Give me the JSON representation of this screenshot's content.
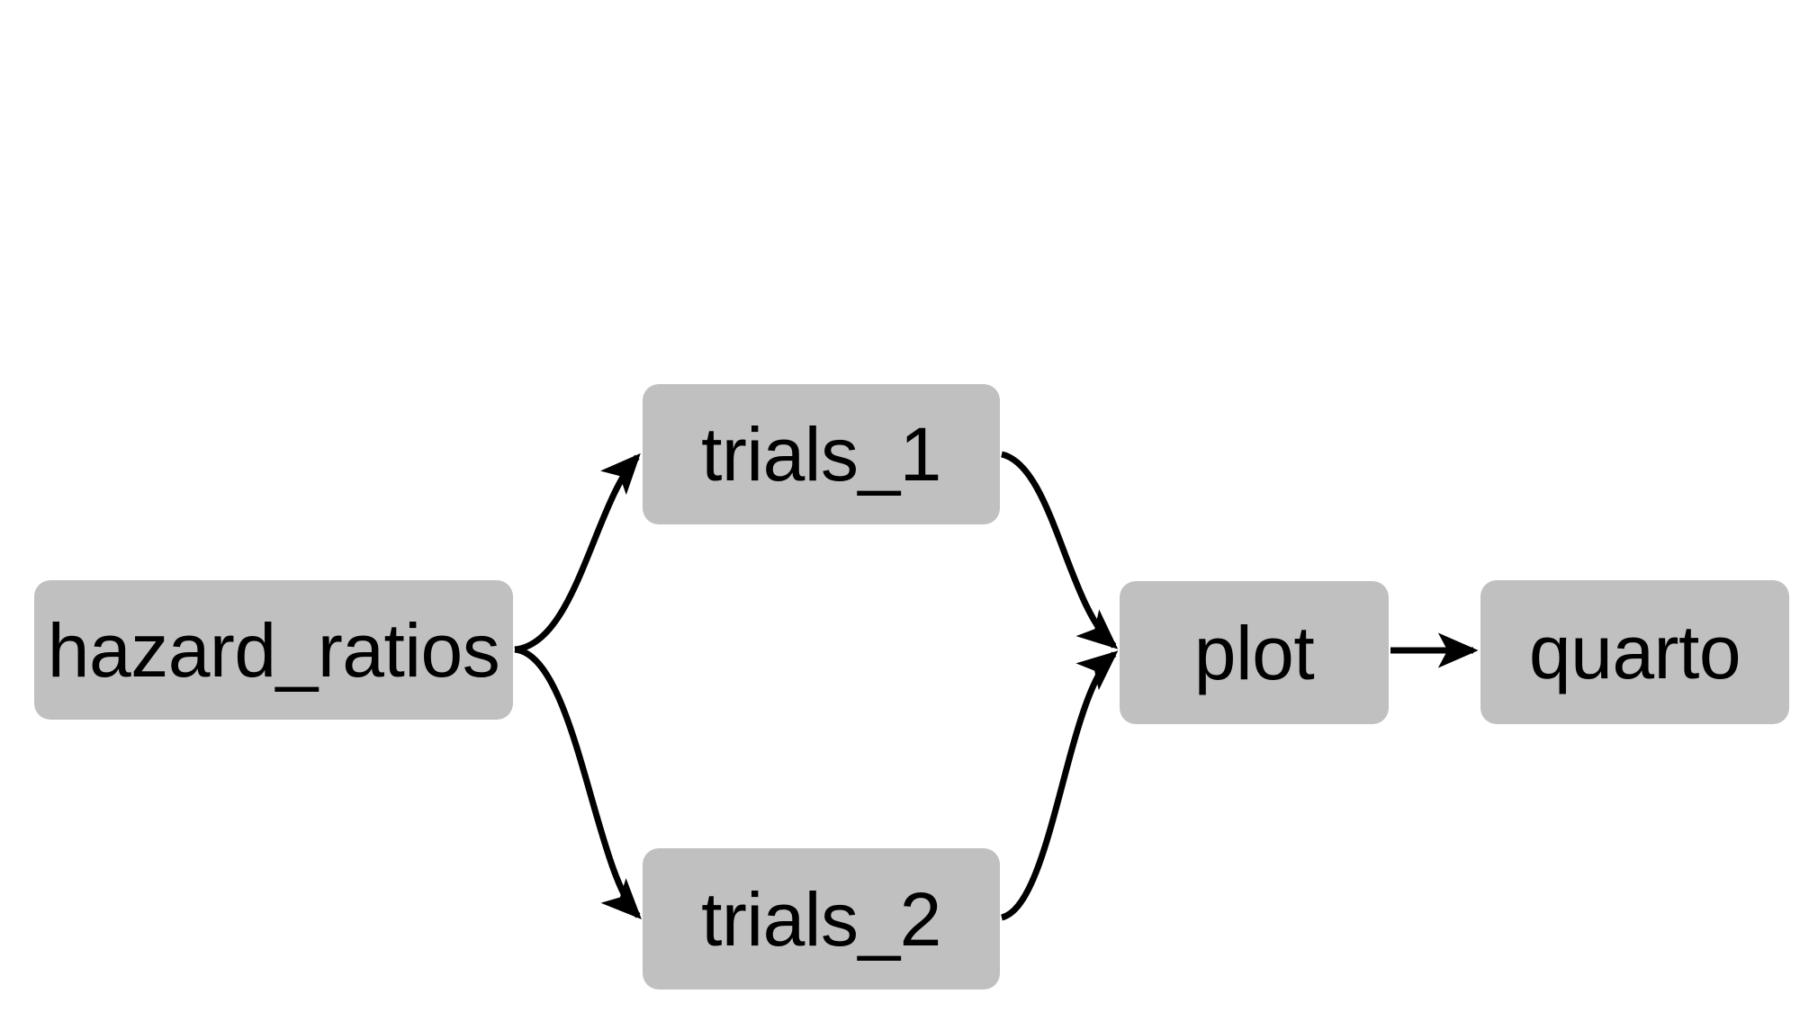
{
  "diagram": {
    "type": "flowchart",
    "orientation": "left-to-right",
    "background_color": "#ffffff",
    "node_fill_color": "#c0c0c0",
    "node_text_color": "#000000",
    "edge_color": "#000000",
    "nodes": [
      {
        "id": "hazard_ratios",
        "label": "hazard_ratios"
      },
      {
        "id": "trials_1",
        "label": "trials_1"
      },
      {
        "id": "trials_2",
        "label": "trials_2"
      },
      {
        "id": "plot",
        "label": "plot"
      },
      {
        "id": "quarto",
        "label": "quarto"
      }
    ],
    "edges": [
      {
        "from": "hazard_ratios",
        "to": "trials_1",
        "style": "curved",
        "arrow": "end"
      },
      {
        "from": "hazard_ratios",
        "to": "trials_2",
        "style": "curved",
        "arrow": "end"
      },
      {
        "from": "trials_1",
        "to": "plot",
        "style": "curved",
        "arrow": "end"
      },
      {
        "from": "trials_2",
        "to": "plot",
        "style": "curved",
        "arrow": "end"
      },
      {
        "from": "plot",
        "to": "quarto",
        "style": "straight",
        "arrow": "end"
      }
    ]
  }
}
